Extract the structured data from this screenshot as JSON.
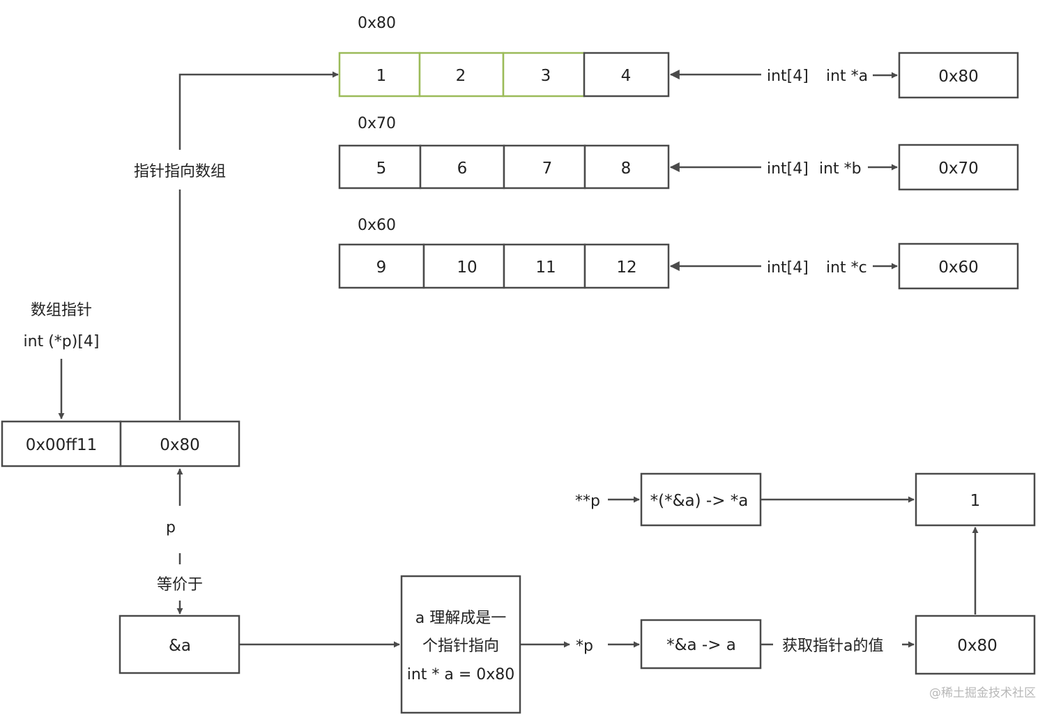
{
  "arrays": [
    {
      "addr": "0x80",
      "values": [
        "1",
        "2",
        "3",
        "4"
      ],
      "type_label": "int[4]",
      "ptr_label": "int *a",
      "ptr_value": "0x80"
    },
    {
      "addr": "0x70",
      "values": [
        "5",
        "6",
        "7",
        "8"
      ],
      "type_label": "int[4]",
      "ptr_label": "int *b",
      "ptr_value": "0x70"
    },
    {
      "addr": "0x60",
      "values": [
        "9",
        "10",
        "11",
        "12"
      ],
      "type_label": "int[4]",
      "ptr_label": "int *c",
      "ptr_value": "0x60"
    }
  ],
  "array_pointer": {
    "title": "数组指针",
    "decl": "int (*p)[4]",
    "cells": [
      "0x00ff11",
      "0x80"
    ],
    "edge_label": "指针指向数组"
  },
  "p_label": "p",
  "equiv_label": "等价于",
  "addr_a": "&a",
  "explain": {
    "line1": "a 理解成是一",
    "line2": "个指针指向",
    "line3": "int * a = 0x80"
  },
  "deref1": {
    "label": "*p",
    "box": "*&a -> a",
    "edge_label": "获取指针a的值",
    "result": "0x80"
  },
  "deref2": {
    "label": "**p",
    "box": "*(*&a) -> *a",
    "result": "1"
  },
  "colors": {
    "highlight": "#9bbb59",
    "stroke": "#4a4a4a"
  },
  "watermark": "@稀土掘金技术社区"
}
